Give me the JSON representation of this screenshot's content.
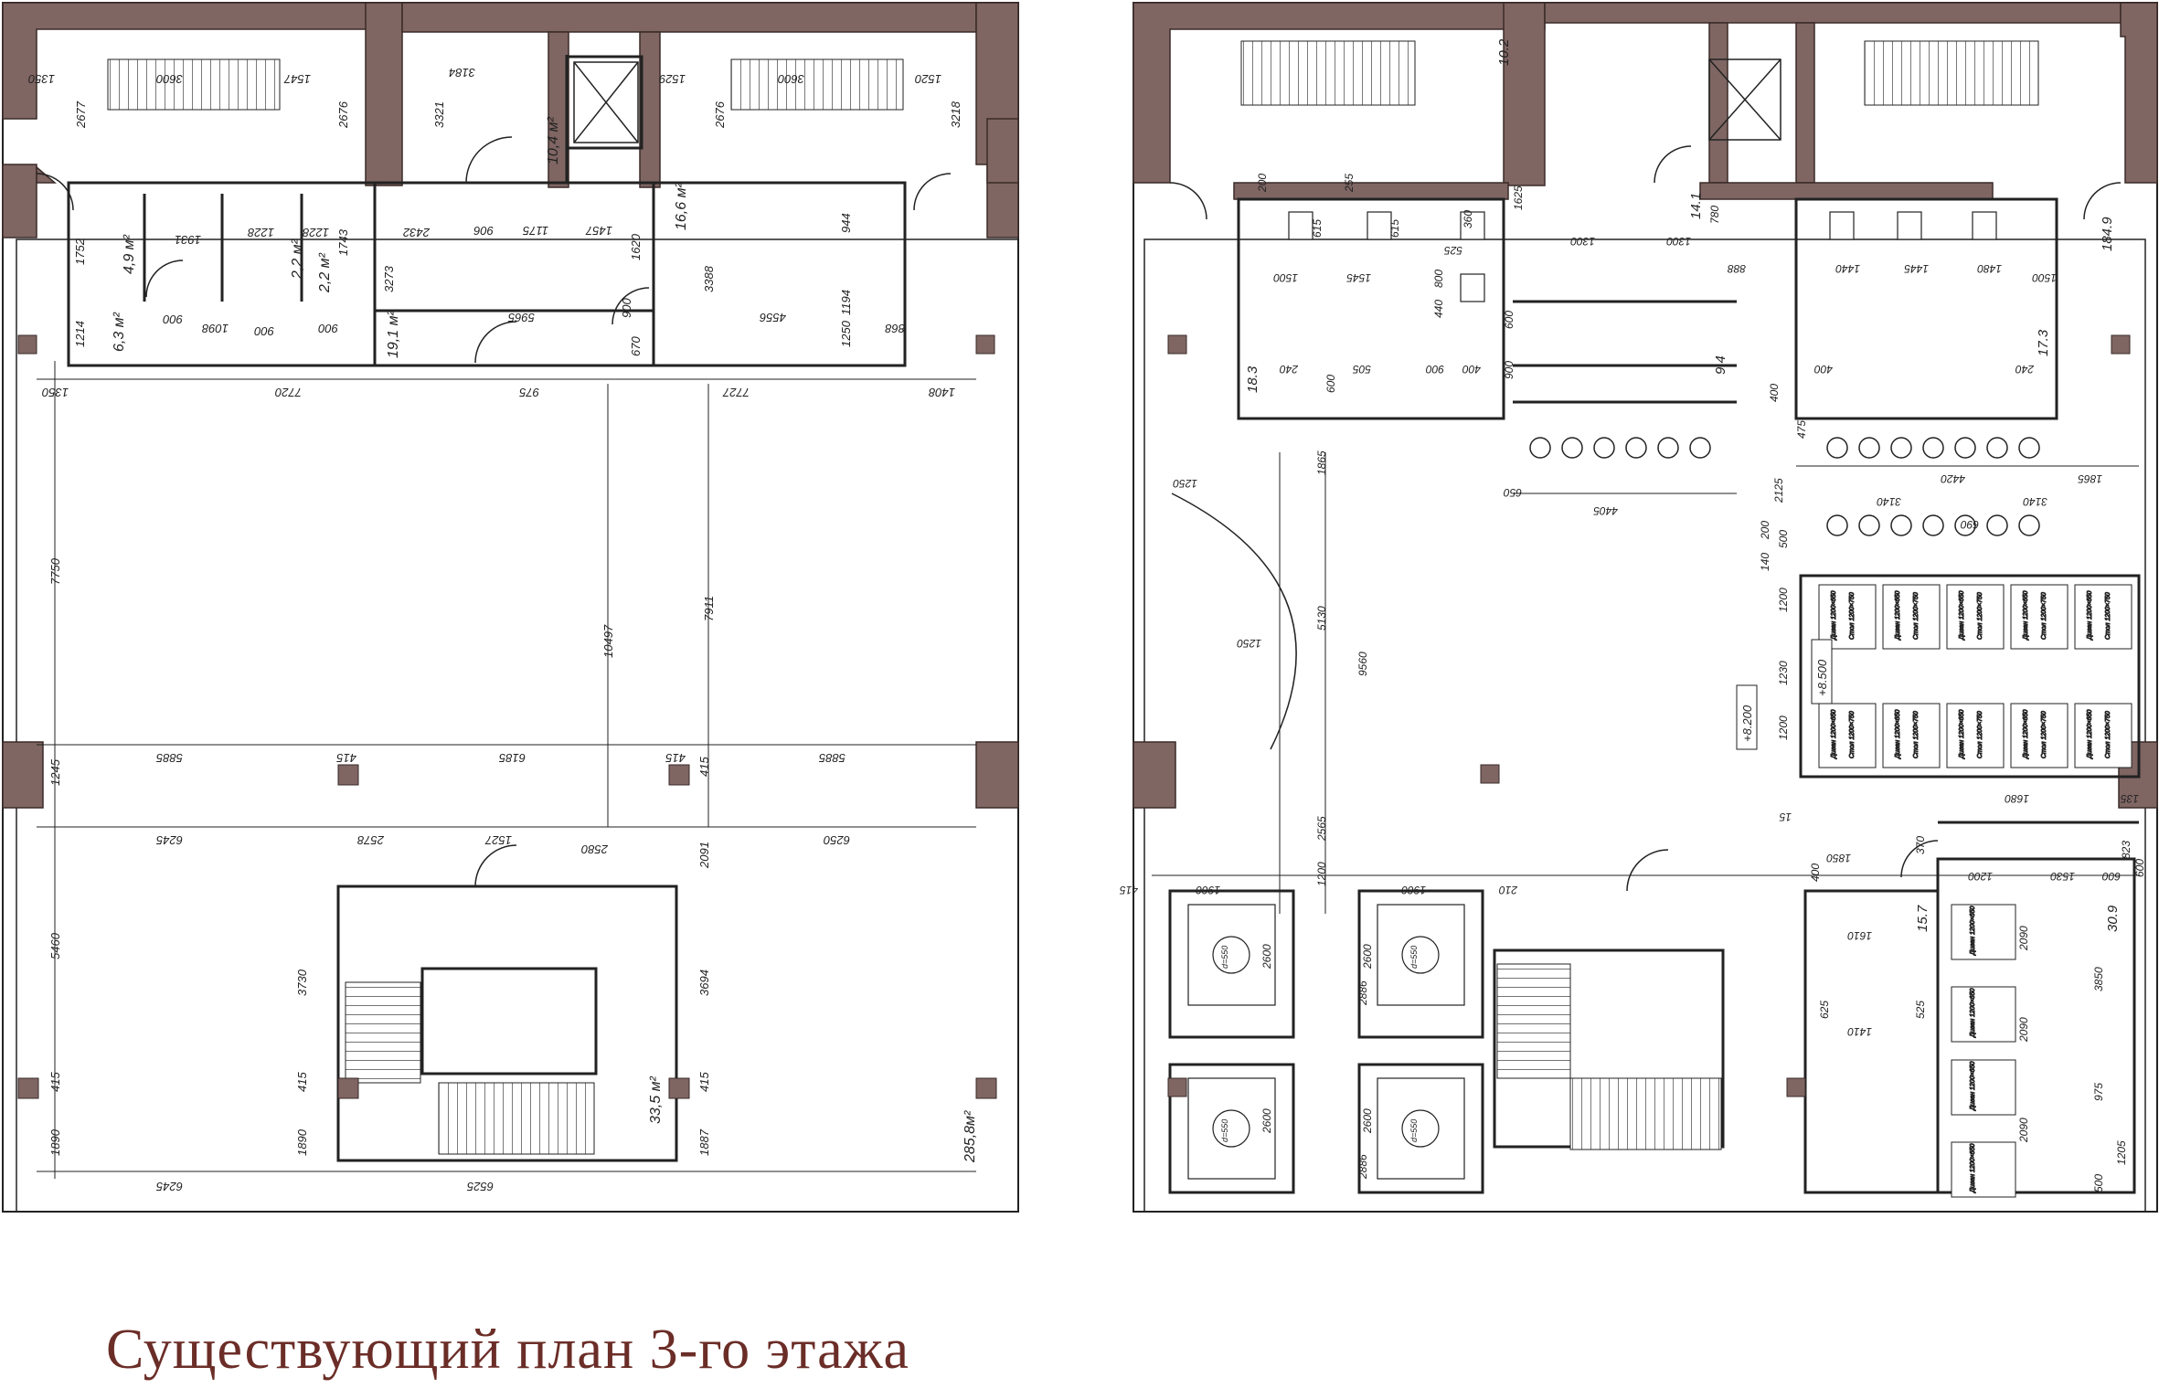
{
  "caption": "Существующий план 3-го этажа",
  "colors": {
    "wall": "#7f6663",
    "caption": "#6b2d27",
    "line": "#1a1a1a"
  },
  "left_plan": {
    "areas": [
      "4,9 м²",
      "2,2 м²",
      "2,2 м²",
      "6,3 м²",
      "19,1 м²",
      "16,6 м²",
      "10,4 м²",
      "33,5 м²",
      "285,8м²"
    ],
    "top_dims": [
      "1350",
      "3600",
      "1547",
      "3184",
      "1529",
      "3600",
      "1520"
    ],
    "stair_dims": [
      "2677",
      "2676",
      "3321",
      "2676",
      "3218"
    ],
    "room_dims": [
      "1752",
      "1214",
      "1931",
      "1228",
      "1228",
      "1743",
      "3273",
      "2432",
      "906",
      "1175",
      "1457",
      "1620",
      "3388",
      "944",
      "1194",
      "1250",
      "900",
      "670",
      "868"
    ],
    "door_dims": [
      "900",
      "1098",
      "900",
      "900",
      "5965",
      "4556"
    ],
    "row_dims": [
      "1350",
      "7720",
      "975",
      "7727",
      "1408"
    ],
    "mid_dims": [
      "7750",
      "10497",
      "7911"
    ],
    "col_row_dims": [
      "5885",
      "415",
      "6185",
      "415",
      "5885",
      "1245",
      "415"
    ],
    "lower_dims": [
      "6245",
      "2578",
      "1527",
      "2580",
      "6250",
      "2091",
      "5460",
      "3730",
      "3694",
      "415",
      "415",
      "415"
    ],
    "bottom_dims": [
      "1890",
      "6245",
      "1890",
      "6525",
      "1887"
    ]
  },
  "right_plan": {
    "room_codes": [
      "18.3",
      "10.2",
      "14.1",
      "9.4",
      "17.3",
      "184.9",
      "15.7",
      "30.9"
    ],
    "dims_top": [
      "200",
      "255",
      "1625",
      "1300",
      "1300",
      "780",
      "888",
      "615",
      "615",
      "360",
      "525",
      "1500",
      "1545",
      "440",
      "800",
      "1440",
      "1445",
      "1480",
      "1500"
    ],
    "dims_wc": [
      "240",
      "600",
      "505",
      "900",
      "400",
      "600",
      "900",
      "400",
      "400",
      "240"
    ],
    "dims_bar": [
      "1865",
      "650",
      "4405",
      "4420",
      "1865",
      "2125",
      "475",
      "3140",
      "3140",
      "690",
      "200",
      "140",
      "500",
      "1200",
      "1230",
      "1200"
    ],
    "dims_hall": [
      "1250",
      "1250",
      "5130",
      "9560",
      "2565"
    ],
    "levels": [
      "+8.200",
      "+8.500"
    ],
    "dims_lower": [
      "415",
      "1900",
      "1200",
      "1900",
      "210",
      "400",
      "1610",
      "1410",
      "1200",
      "1530",
      "600",
      "823",
      "600",
      "2600",
      "2600",
      "2886",
      "2600",
      "2600",
      "2886",
      "2090",
      "2090",
      "2090",
      "3850",
      "975",
      "1205",
      "500",
      "1850",
      "370",
      "1680",
      "135",
      "15",
      "625",
      "525"
    ],
    "table_labels": [
      "d=550",
      "d=550",
      "d=550",
      "d=550"
    ],
    "sofa_labels": [
      "Диван 1200×650",
      "Стол 1200×750"
    ]
  }
}
